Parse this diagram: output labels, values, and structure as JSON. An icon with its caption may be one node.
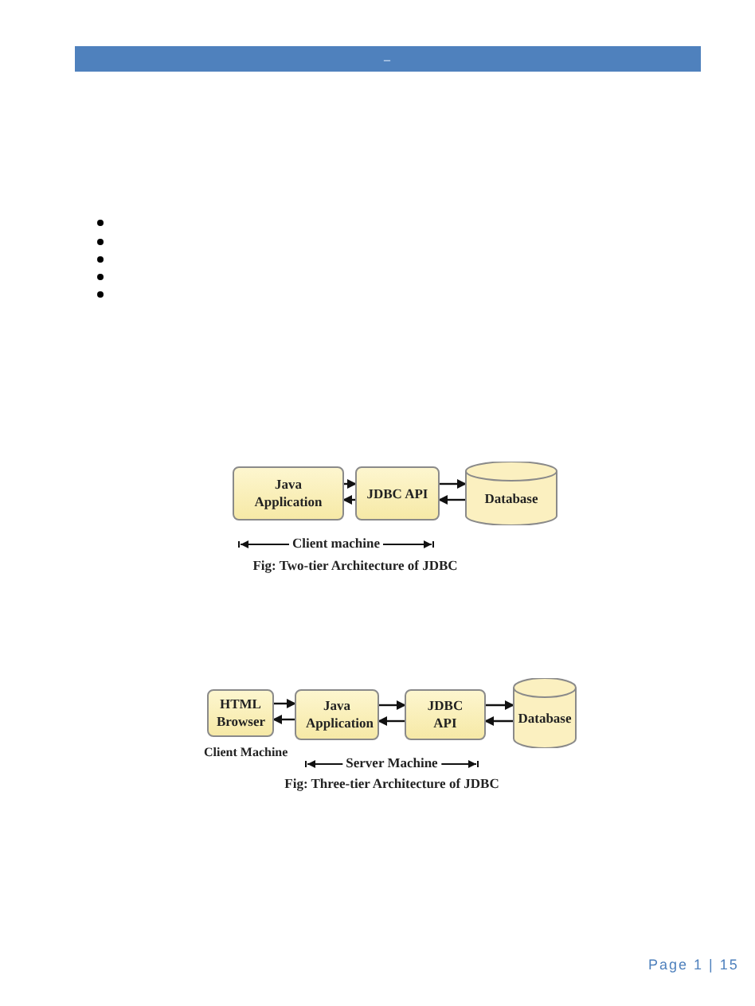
{
  "diagram": {
    "nodes": [
      {
        "text": [
          "Java Application"
        ]
      },
      {
        "text": [
          "JDBC API"
        ]
      },
      {
        "text": [
          "Database"
        ]
      },
      {
        "text": [
          "HTML Browser"
        ]
      },
      {
        "text": [
          "Java Application"
        ]
      },
      {
        "text": [
          "JDBC API"
        ]
      },
      {
        "text": [
          "Database"
        ]
      }
    ],
    "edges": [
      {
        "from": 0,
        "to": 1,
        "arrow": "to"
      },
      {
        "from": 1,
        "to": 0,
        "arrow": "to"
      },
      {
        "from": 1,
        "to": 2,
        "arrow": "to"
      },
      {
        "from": 2,
        "to": 1,
        "arrow": "to"
      },
      {
        "from": 3,
        "to": 4,
        "arrow": "to"
      },
      {
        "from": 4,
        "to": 3,
        "arrow": "to"
      },
      {
        "from": 4,
        "to": 5,
        "arrow": "to"
      },
      {
        "from": 5,
        "to": 4,
        "arrow": "to"
      },
      {
        "from": 5,
        "to": 6,
        "arrow": "to"
      },
      {
        "from": 6,
        "to": 5,
        "arrow": "to"
      }
    ],
    "labels": [
      "–",
      "Client machine",
      "Fig: Two-tier Architecture of JDBC",
      "Client Machine",
      "Server Machine",
      "Fig: Three-tier Architecture of JDBC",
      "Page 1 | 15"
    ]
  }
}
